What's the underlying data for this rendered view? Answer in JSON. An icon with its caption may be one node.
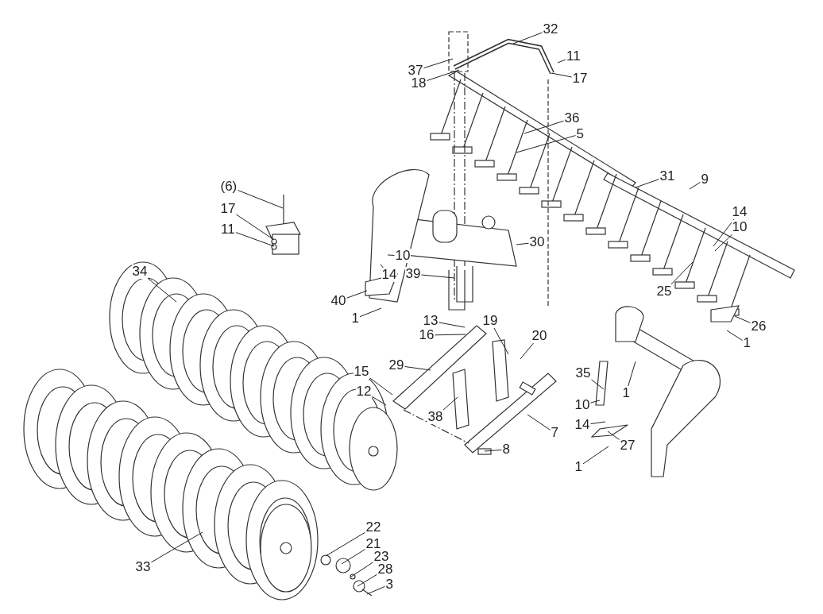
{
  "diagram": {
    "nodes": [
      {
        "text": [
          "32"
        ]
      },
      {
        "text": [
          "11"
        ]
      },
      {
        "text": [
          "37"
        ]
      },
      {
        "text": [
          "17"
        ]
      },
      {
        "text": [
          "18"
        ]
      },
      {
        "text": [
          "36"
        ]
      },
      {
        "text": [
          "5"
        ]
      },
      {
        "text": [
          "31"
        ]
      },
      {
        "text": [
          "9"
        ]
      },
      {
        "text": [
          "(6)"
        ]
      },
      {
        "text": [
          "17"
        ]
      },
      {
        "text": [
          "14"
        ]
      },
      {
        "text": [
          "11"
        ]
      },
      {
        "text": [
          "10"
        ]
      },
      {
        "text": [
          "30"
        ]
      },
      {
        "text": [
          "10"
        ]
      },
      {
        "text": [
          "34"
        ]
      },
      {
        "text": [
          "14"
        ]
      },
      {
        "text": [
          "39"
        ]
      },
      {
        "text": [
          "25"
        ]
      },
      {
        "text": [
          "40"
        ]
      },
      {
        "text": [
          "1"
        ]
      },
      {
        "text": [
          "13"
        ]
      },
      {
        "text": [
          "19"
        ]
      },
      {
        "text": [
          "26"
        ]
      },
      {
        "text": [
          "16"
        ]
      },
      {
        "text": [
          "20"
        ]
      },
      {
        "text": [
          "1"
        ]
      },
      {
        "text": [
          "29"
        ]
      },
      {
        "text": [
          "15"
        ]
      },
      {
        "text": [
          "35"
        ]
      },
      {
        "text": [
          "12"
        ]
      },
      {
        "text": [
          "1"
        ]
      },
      {
        "text": [
          "10"
        ]
      },
      {
        "text": [
          "38"
        ]
      },
      {
        "text": [
          "14"
        ]
      },
      {
        "text": [
          "7"
        ]
      },
      {
        "text": [
          "27"
        ]
      },
      {
        "text": [
          "8"
        ]
      },
      {
        "text": [
          "1"
        ]
      },
      {
        "text": [
          "22"
        ]
      },
      {
        "text": [
          "21"
        ]
      },
      {
        "text": [
          "23"
        ]
      },
      {
        "text": [
          "33"
        ]
      },
      {
        "text": [
          "28"
        ]
      },
      {
        "text": [
          "3"
        ]
      }
    ],
    "edges": [
      {
        "from": 0,
        "to": null,
        "arrow": "none"
      },
      {
        "from": 1,
        "to": null,
        "arrow": "none"
      },
      {
        "from": 2,
        "to": null,
        "arrow": "none"
      },
      {
        "from": 3,
        "to": null,
        "arrow": "none"
      },
      {
        "from": 4,
        "to": null,
        "arrow": "none"
      },
      {
        "from": 5,
        "to": null,
        "arrow": "none"
      },
      {
        "from": 6,
        "to": null,
        "arrow": "none"
      },
      {
        "from": 7,
        "to": null,
        "arrow": "none"
      },
      {
        "from": 8,
        "to": null,
        "arrow": "none"
      },
      {
        "from": 9,
        "to": null,
        "arrow": "none"
      },
      {
        "from": 10,
        "to": null,
        "arrow": "none"
      },
      {
        "from": 11,
        "to": null,
        "arrow": "none"
      },
      {
        "from": 12,
        "to": null,
        "arrow": "none"
      },
      {
        "from": 13,
        "to": null,
        "arrow": "none"
      },
      {
        "from": 14,
        "to": null,
        "arrow": "none"
      },
      {
        "from": 15,
        "to": null,
        "arrow": "none"
      },
      {
        "from": 16,
        "to": null,
        "arrow": "none"
      },
      {
        "from": 17,
        "to": null,
        "arrow": "none"
      },
      {
        "from": 18,
        "to": null,
        "arrow": "none"
      },
      {
        "from": 19,
        "to": null,
        "arrow": "none"
      },
      {
        "from": 20,
        "to": null,
        "arrow": "none"
      },
      {
        "from": 21,
        "to": null,
        "arrow": "none"
      },
      {
        "from": 22,
        "to": null,
        "arrow": "none"
      },
      {
        "from": 23,
        "to": null,
        "arrow": "none"
      },
      {
        "from": 24,
        "to": null,
        "arrow": "none"
      },
      {
        "from": 25,
        "to": null,
        "arrow": "none"
      },
      {
        "from": 26,
        "to": null,
        "arrow": "none"
      },
      {
        "from": 27,
        "to": null,
        "arrow": "none"
      },
      {
        "from": 28,
        "to": null,
        "arrow": "none"
      },
      {
        "from": 29,
        "to": null,
        "arrow": "none"
      },
      {
        "from": 30,
        "to": null,
        "arrow": "none"
      },
      {
        "from": 31,
        "to": null,
        "arrow": "none"
      },
      {
        "from": 32,
        "to": null,
        "arrow": "none"
      },
      {
        "from": 33,
        "to": null,
        "arrow": "none"
      },
      {
        "from": 34,
        "to": null,
        "arrow": "none"
      },
      {
        "from": 35,
        "to": null,
        "arrow": "none"
      },
      {
        "from": 36,
        "to": null,
        "arrow": "none"
      },
      {
        "from": 37,
        "to": null,
        "arrow": "none"
      },
      {
        "from": 38,
        "to": null,
        "arrow": "none"
      },
      {
        "from": 39,
        "to": null,
        "arrow": "none"
      },
      {
        "from": 40,
        "to": null,
        "arrow": "none"
      },
      {
        "from": 41,
        "to": null,
        "arrow": "none"
      },
      {
        "from": 42,
        "to": null,
        "arrow": "none"
      },
      {
        "from": 43,
        "to": null,
        "arrow": "none"
      },
      {
        "from": 44,
        "to": null,
        "arrow": "none"
      },
      {
        "from": 45,
        "to": null,
        "arrow": "none"
      }
    ]
  }
}
